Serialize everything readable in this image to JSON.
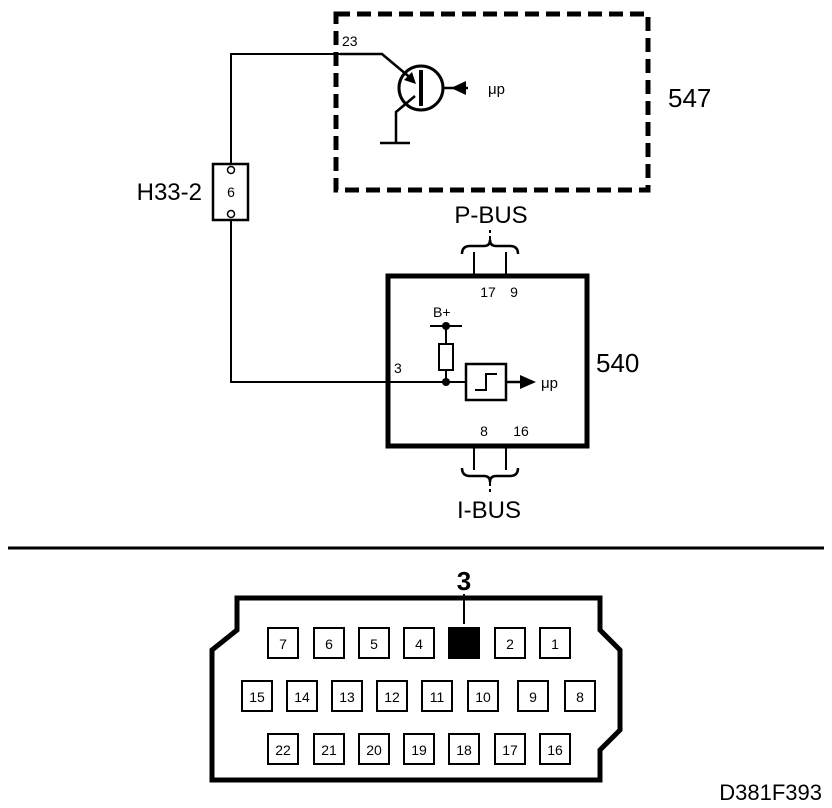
{
  "module_547": {
    "id": "547",
    "pin": "23",
    "signal": "μp"
  },
  "connector_h33": {
    "name": "H33-2",
    "pin": "6"
  },
  "module_540": {
    "id": "540",
    "pin_input": "3",
    "supply": "B+",
    "signal": "μp",
    "pbus_pins": [
      "17",
      "9"
    ],
    "ibus_pins": [
      "8",
      "16"
    ]
  },
  "buses": {
    "p_bus": "P-BUS",
    "i_bus": "I-BUS"
  },
  "connector_face": {
    "highlighted_pin": "3",
    "row1": [
      "7",
      "6",
      "5",
      "4",
      "",
      "2",
      "1"
    ],
    "row2": [
      "15",
      "14",
      "13",
      "12",
      "11",
      "10",
      "9",
      "8"
    ],
    "row3": [
      "22",
      "21",
      "20",
      "19",
      "18",
      "17",
      "16"
    ]
  },
  "figure_code": "D381F393"
}
